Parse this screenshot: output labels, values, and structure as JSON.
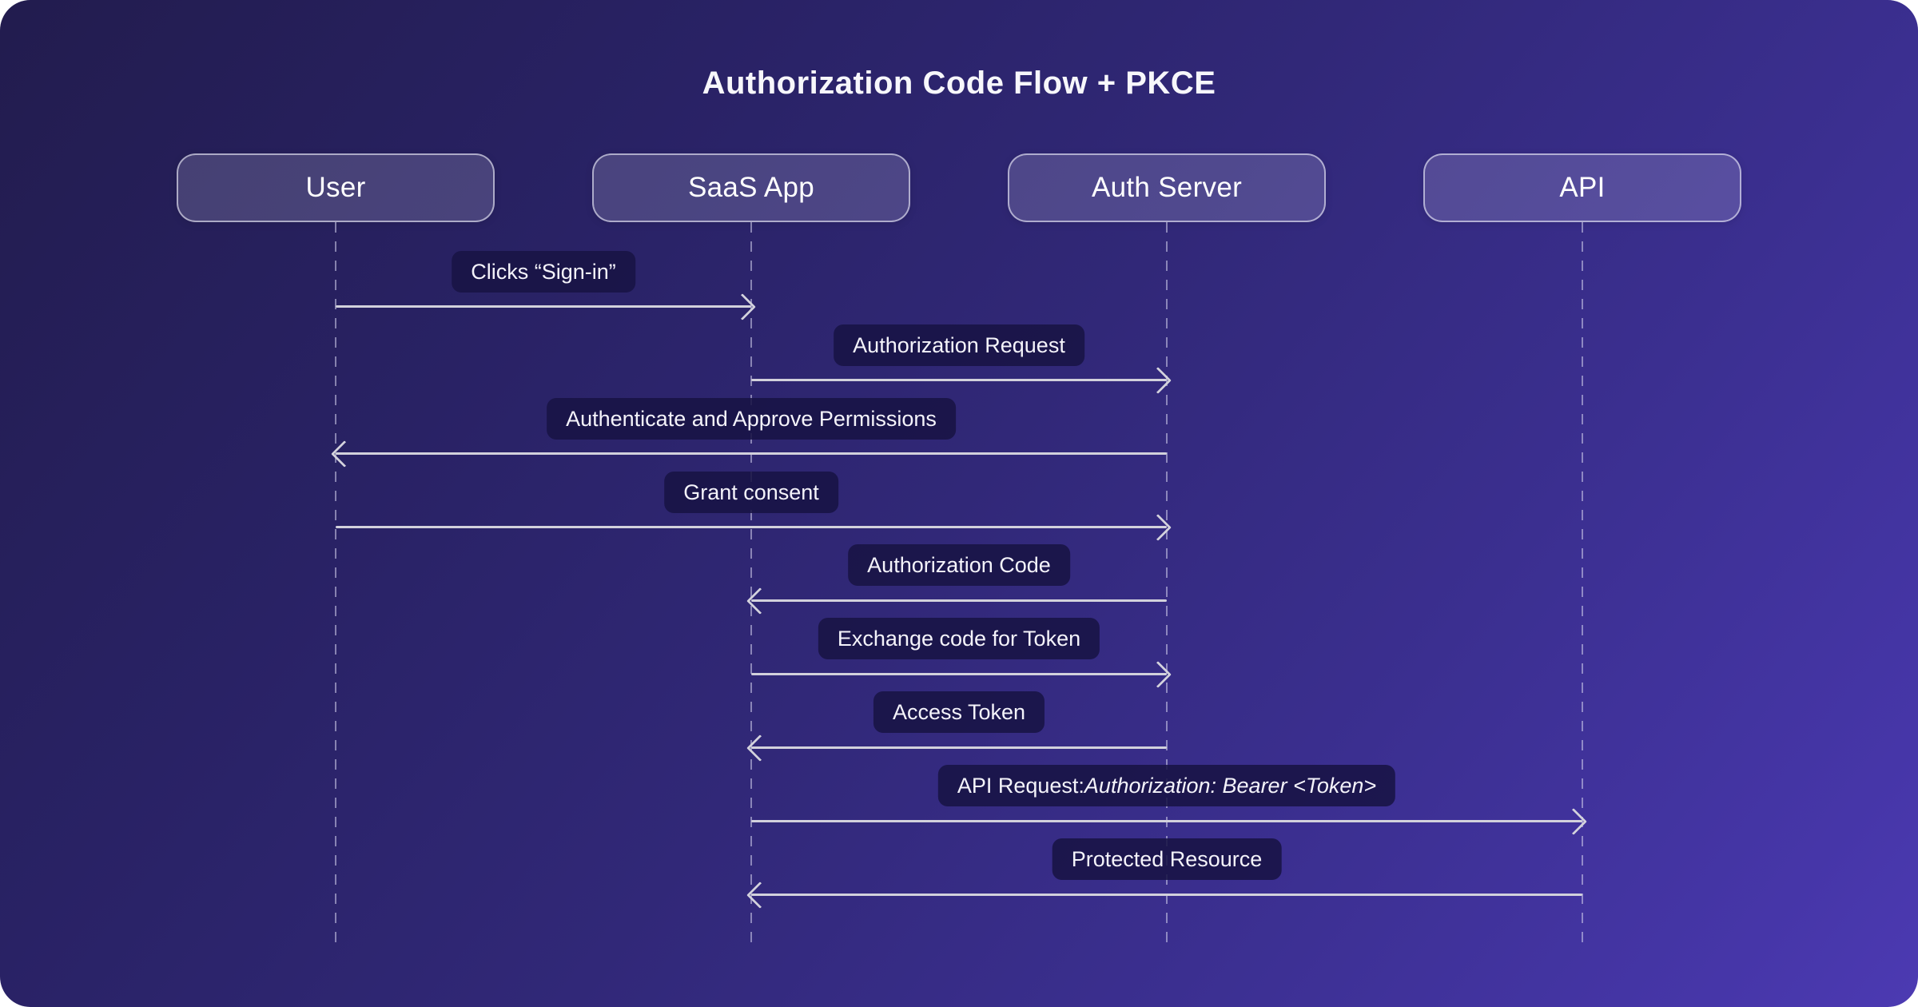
{
  "header": {
    "title": "Authorization Code Flow + PKCE"
  },
  "actors": [
    {
      "label": "User"
    },
    {
      "label": "SaaS App"
    },
    {
      "label": "Auth Server"
    },
    {
      "label": "API"
    }
  ],
  "messages": [
    {
      "label": "Clicks “Sign-in”",
      "from": "User",
      "to": "SaaS App",
      "direction": "right"
    },
    {
      "label": "Authorization Request",
      "from": "SaaS App",
      "to": "Auth Server",
      "direction": "right"
    },
    {
      "label": "Authenticate and Approve Permissions",
      "from": "Auth Server",
      "to": "User",
      "direction": "left"
    },
    {
      "label": "Grant consent",
      "from": "User",
      "to": "Auth Server",
      "direction": "right"
    },
    {
      "label": "Authorization Code",
      "from": "Auth Server",
      "to": "SaaS App",
      "direction": "left"
    },
    {
      "label": "Exchange code for Token",
      "from": "SaaS App",
      "to": "Auth Server",
      "direction": "right"
    },
    {
      "label": "Access Token",
      "from": "Auth Server",
      "to": "SaaS App",
      "direction": "left"
    },
    {
      "label_prefix": "API Request: ",
      "label_italic": "Authorization: Bearer <Token>",
      "from": "SaaS App",
      "to": "API",
      "direction": "right"
    },
    {
      "label": "Protected Resource",
      "from": "API",
      "to": "SaaS App",
      "direction": "left"
    }
  ],
  "colors": {
    "background_dark": "#221c4e",
    "background_light": "#4c3ab2",
    "actor_border": "rgba(240,240,252,0.60)",
    "label_pill": "rgba(24,19,68,0.88)",
    "arrow": "#d2d1dc",
    "text": "#ffffff"
  }
}
